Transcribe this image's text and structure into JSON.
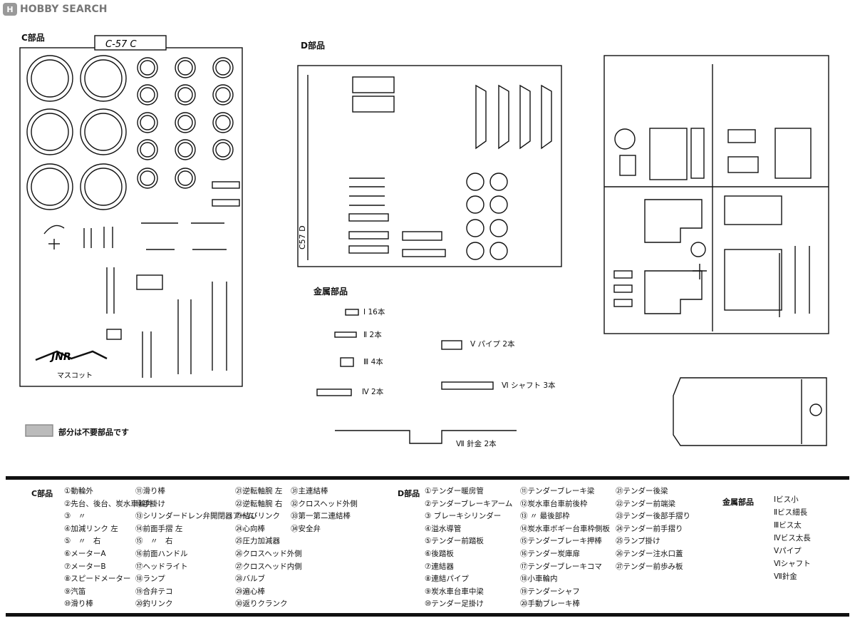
{
  "header": {
    "site_logo": "HOBBY SEARCH",
    "logo_mark": "H"
  },
  "sections": {
    "c_label": "C部品",
    "d_label": "D部品",
    "metal_label": "金属部品",
    "c_tag": "C-57 C",
    "d_tag": "C57 D",
    "mascot": "マスコット",
    "jnr_logo": "JNR",
    "unneeded_note": "部分は不要部品です"
  },
  "metal_parts": [
    {
      "num": "Ⅰ",
      "text": "16本"
    },
    {
      "num": "Ⅱ",
      "text": "2本"
    },
    {
      "num": "Ⅲ",
      "text": "4本"
    },
    {
      "num": "Ⅳ",
      "text": "2本"
    },
    {
      "num": "Ⅴ",
      "text": "パイプ 2本"
    },
    {
      "num": "Ⅵ",
      "text": "シャフト 3本"
    },
    {
      "num": "Ⅶ",
      "text": "針金 2本"
    }
  ],
  "legend": {
    "c_title": "C部品",
    "d_title": "D部品",
    "m_title": "金属部品",
    "c_col1": [
      "①動輪外",
      "②先台、後台、炭水車輪外",
      "③　〃",
      "④加減リンク 左",
      "⑤　〃　右",
      "⑥メーターA",
      "⑦メーターB",
      "⑧スピードメーター",
      "⑨汽笛",
      "⑩滑り棒"
    ],
    "c_col2": [
      "⑪滑り棒",
      "⑫手掛け",
      "⑬シリンダードレン弁開閉器アーム",
      "⑭前面手摺 左",
      "⑮　〃　右",
      "⑯前面ハンドル",
      "⑰ヘッドライト",
      "⑱ランプ",
      "⑲合弁テコ",
      "⑳釣リンク"
    ],
    "c_col3": [
      "㉑逆転軸腕 左",
      "㉒逆転軸腕 右",
      "㉓結びリンク",
      "㉔心向棒",
      "㉕圧力加減器",
      "㉖クロスヘッド外側",
      "㉗クロスヘッド内側",
      "㉘バルブ",
      "㉙遍心棒",
      "㉚返りクランク"
    ],
    "c_col4": [
      "㉛主連結棒",
      "㉜クロスヘッド外側",
      "㉝第一第二連結棒",
      "㉞安全弁"
    ],
    "d_col1": [
      "①テンダー暖房管",
      "②テンダーブレーキアーム",
      "③ ブレーキシリンダー",
      "④溢水導管",
      "⑤テンダー前踏板",
      "⑥後踏板",
      "⑦連結器",
      "⑧連結パイプ",
      "⑨炭水車台車中梁",
      "⑩テンダー足掛け"
    ],
    "d_col2": [
      "⑪テンダーブレーキ梁",
      "⑫炭水車台車前後枠",
      "⑬ 〃 最後部枠",
      "⑭炭水車ボギー台車枠側板",
      "⑮テンダーブレーキ押棒",
      "⑯テンダー炭庫扉",
      "⑰テンダーブレーキコマ",
      "⑱小車輪内",
      "⑲テンダーシャフ",
      "⑳手動ブレーキ棒"
    ],
    "d_col3": [
      "㉑テンダー後梁",
      "㉒テンダー前端梁",
      "㉓テンダー後部手摺り",
      "㉔テンダー前手摺り",
      "㉕ランプ掛け",
      "㉖テンダー注水口蓋",
      "㉗テンダー前歩み板"
    ],
    "m_col": [
      "Ⅰビス小",
      "Ⅱビス細長",
      "Ⅲビス太",
      "Ⅳビス太長",
      "Ⅴパイプ",
      "Ⅵシャフト",
      "Ⅶ針金"
    ]
  }
}
